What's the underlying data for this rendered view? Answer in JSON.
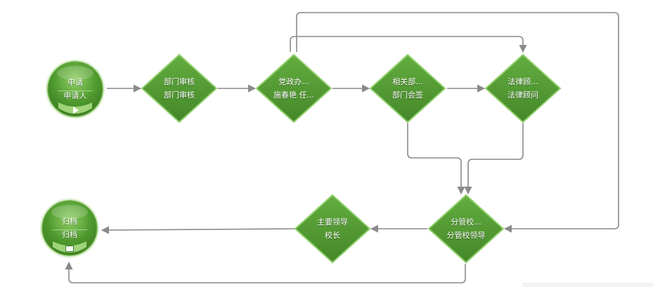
{
  "colors": {
    "node_fill": "#4f9a2e",
    "node_fill_light": "#7ac14f",
    "node_border": "#8fd06a",
    "edge": "#8a8a8a"
  },
  "nodes": {
    "start": {
      "line1": "申请",
      "line2": "申请人",
      "icon": "play-icon"
    },
    "dept_review": {
      "line1": "部门审核",
      "line2": "部门审核"
    },
    "party_office": {
      "line1": "党政办...",
      "line2": "施春艳 任..."
    },
    "related_dept": {
      "line1": "相关部...",
      "line2": "部门会签"
    },
    "legal_advisor": {
      "line1": "法律顾...",
      "line2": "法律顾问"
    },
    "branch_leader": {
      "line1": "分管校...",
      "line2": "分管校领导"
    },
    "main_leader": {
      "line1": "主要领导",
      "line2": "校长"
    },
    "archive": {
      "line1": "归档",
      "line2": "归档",
      "icon": "stop-icon"
    }
  }
}
